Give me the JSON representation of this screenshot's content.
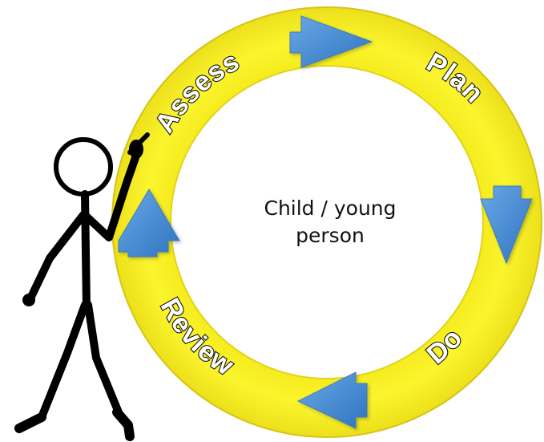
{
  "diagram": {
    "center_text": [
      "Child / young",
      "person"
    ],
    "stages": [
      {
        "key": "assess",
        "label": "Assess"
      },
      {
        "key": "plan",
        "label": "Plan"
      },
      {
        "key": "do",
        "label": "Do"
      },
      {
        "key": "review",
        "label": "Review"
      }
    ],
    "colors": {
      "ring": "#f7f01e",
      "ring_edge": "#d9c81a",
      "arrow": "#4a8fd4",
      "arrow_dark": "#2f6fb3",
      "figure": "#000000"
    }
  }
}
